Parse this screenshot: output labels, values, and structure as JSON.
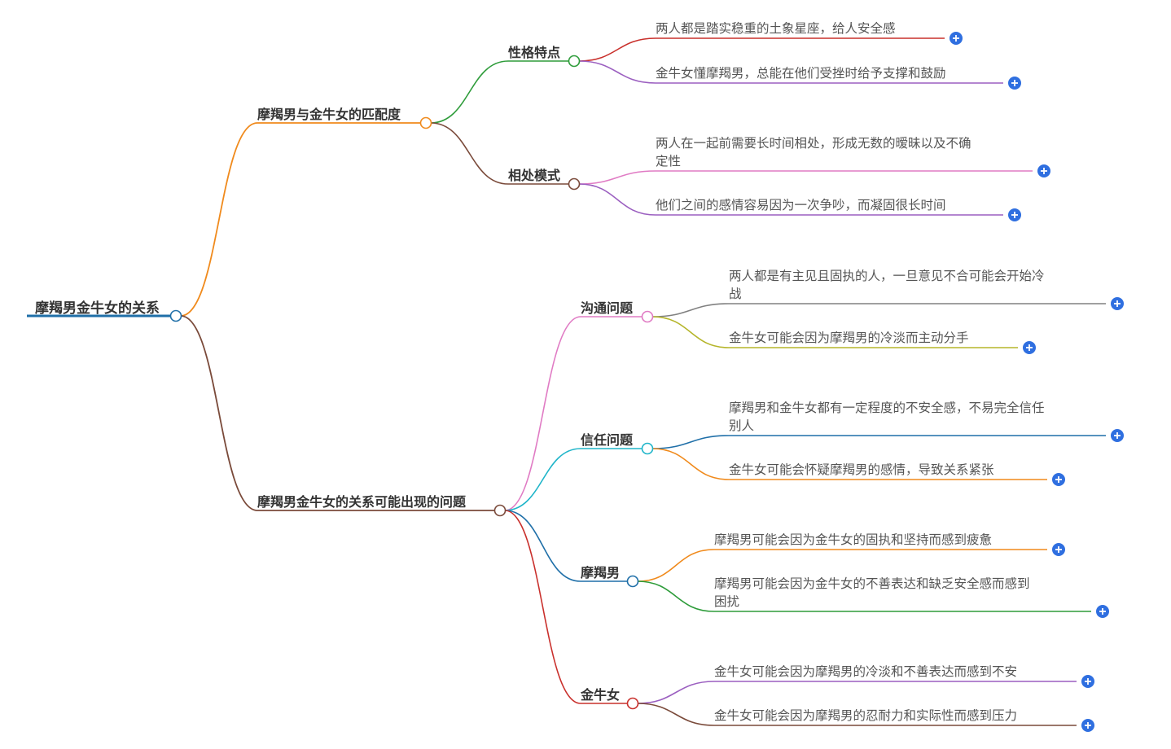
{
  "root": {
    "label": "摩羯男金牛女的关系"
  },
  "branches": [
    {
      "label": "摩羯男与金牛女的匹配度",
      "color": "#f08a1c",
      "children": [
        {
          "label": "性格特点",
          "color": "#2e9c3a",
          "leaves": [
            {
              "lines": [
                "两人都是踏实稳重的土象星座，给人安全感"
              ],
              "color": "#c9302c"
            },
            {
              "lines": [
                "金牛女懂摩羯男，总能在他们受挫时给予支撑和鼓励"
              ],
              "color": "#9b5fc0"
            }
          ]
        },
        {
          "label": "相处模式",
          "color": "#7a4a3a",
          "leaves": [
            {
              "lines": [
                "两人在一起前需要长时间相处，形成无数的暧昧以及不确",
                "定性"
              ],
              "color": "#e07bc4"
            },
            {
              "lines": [
                "他们之间的感情容易因为一次争吵，而凝固很长时间"
              ],
              "color": "#9b5fc0"
            }
          ]
        }
      ]
    },
    {
      "label": "摩羯男金牛女的关系可能出现的问题",
      "color": "#7a4a3a",
      "children": [
        {
          "label": "沟通问题",
          "color": "#e07bc4",
          "leaves": [
            {
              "lines": [
                "两人都是有主见且固执的人，一旦意见不合可能会开始冷",
                "战"
              ],
              "color": "#808080"
            },
            {
              "lines": [
                "金牛女可能会因为摩羯男的冷淡而主动分手"
              ],
              "color": "#b5b52a"
            }
          ]
        },
        {
          "label": "信任问题",
          "color": "#1fb5c9",
          "leaves": [
            {
              "lines": [
                "摩羯男和金牛女都有一定程度的不安全感，不易完全信任",
                "别人"
              ],
              "color": "#1f6fa8"
            },
            {
              "lines": [
                "金牛女可能会怀疑摩羯男的感情，导致关系紧张"
              ],
              "color": "#f08a1c"
            }
          ]
        },
        {
          "label": "摩羯男",
          "color": "#1f6fa8",
          "leaves": [
            {
              "lines": [
                "摩羯男可能会因为金牛女的固执和坚持而感到疲惫"
              ],
              "color": "#f08a1c"
            },
            {
              "lines": [
                "摩羯男可能会因为金牛女的不善表达和缺乏安全感而感到",
                "困扰"
              ],
              "color": "#2e9c3a"
            }
          ]
        },
        {
          "label": "金牛女",
          "color": "#c9302c",
          "leaves": [
            {
              "lines": [
                "金牛女可能会因为摩羯男的冷淡和不善表达而感到不安"
              ],
              "color": "#9b5fc0"
            },
            {
              "lines": [
                "金牛女可能会因为摩羯男的忍耐力和实际性而感到压力"
              ],
              "color": "#7a4a3a"
            }
          ]
        }
      ]
    }
  ],
  "colors": {
    "root_line": "#1f6fa8",
    "expand_button": "#2f6fe0",
    "text": "#333333",
    "leaf_text": "#555555"
  }
}
